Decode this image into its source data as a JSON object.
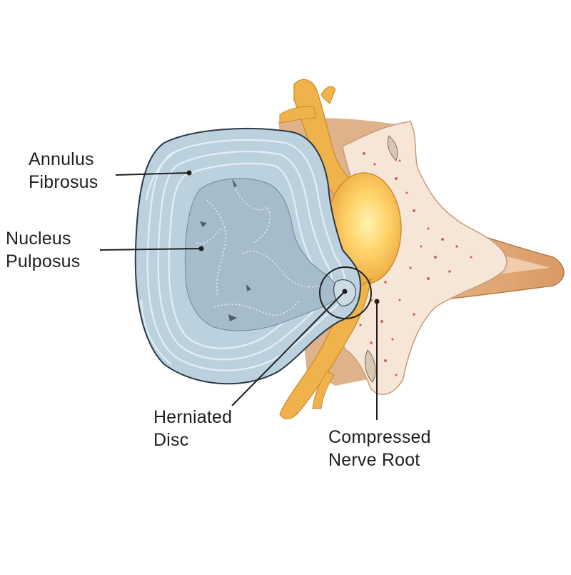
{
  "labels": {
    "annulus": {
      "line1": "Annulus",
      "line2": "Fibrosus"
    },
    "nucleus": {
      "line1": "Nucleus",
      "line2": "Pulposus"
    },
    "herniated": {
      "line1": "Herniated",
      "line2": "Disc"
    },
    "compressed": {
      "line1": "Compressed",
      "line2": "Nerve Root"
    }
  },
  "colors": {
    "annulus": "#b9cfdc",
    "annulus_ring": "#e4eef4",
    "nucleus": "#a3b9c6",
    "nerve": "#f0b24a",
    "nerve_highlight": "#ffe38a",
    "bone": "#f3e2d6",
    "bone_dots": "#c0392b",
    "outline": "#2b3a45"
  }
}
